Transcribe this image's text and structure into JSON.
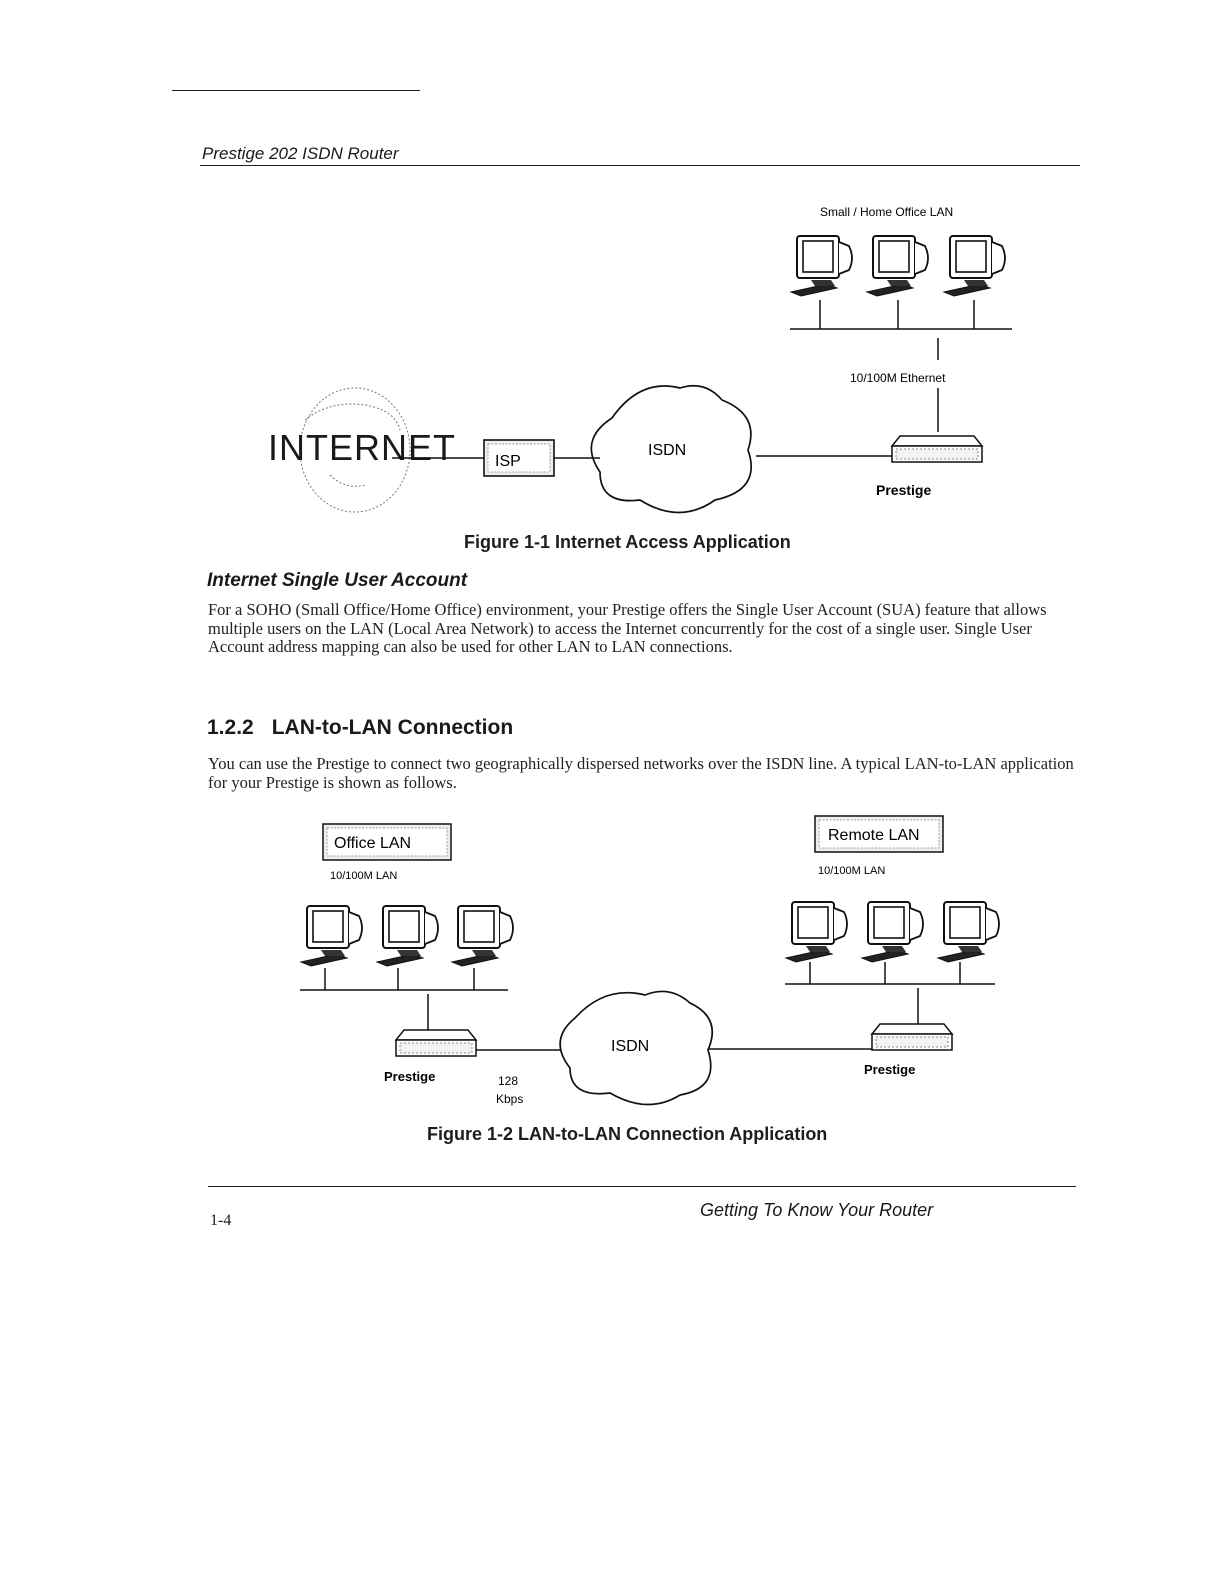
{
  "header": {
    "running_title": "Prestige 202 ISDN Router"
  },
  "figure1": {
    "lan_label": "Small / Home Office LAN",
    "ethernet_label": "10/100M Ethernet",
    "internet_label": "INTERNET",
    "isp_label": "ISP",
    "isdn_label": "ISDN",
    "router_label": "Prestige",
    "caption": "Figure 1-1 Internet Access Application"
  },
  "section_sua": {
    "heading": "Internet Single User Account",
    "body": "For a SOHO (Small Office/Home Office) environment, your Prestige offers the Single User Account (SUA) feature that allows multiple users on the LAN (Local Area Network) to access the Internet concurrently for the cost of a single user.  Single User Account address mapping can also be used for other LAN to LAN connections."
  },
  "section_lan": {
    "number": "1.2.2",
    "heading": "LAN-to-LAN Connection",
    "body": "You can use the Prestige to connect two geographically dispersed networks over the ISDN line.  A typical LAN-to-LAN application for your Prestige is shown as follows."
  },
  "figure2": {
    "office_lan_label": "Office LAN",
    "remote_lan_label": "Remote LAN",
    "left_lan_speed": "10/100M LAN",
    "right_lan_speed": "10/100M LAN",
    "isdn_label": "ISDN",
    "left_router_label": "Prestige",
    "right_router_label": "Prestige",
    "link_speed_value": "128",
    "link_speed_unit": "Kbps",
    "caption": "Figure 1-2 LAN-to-LAN Connection Application"
  },
  "footer": {
    "page_number": "1-4",
    "chapter_title": "Getting To Know Your Router"
  }
}
